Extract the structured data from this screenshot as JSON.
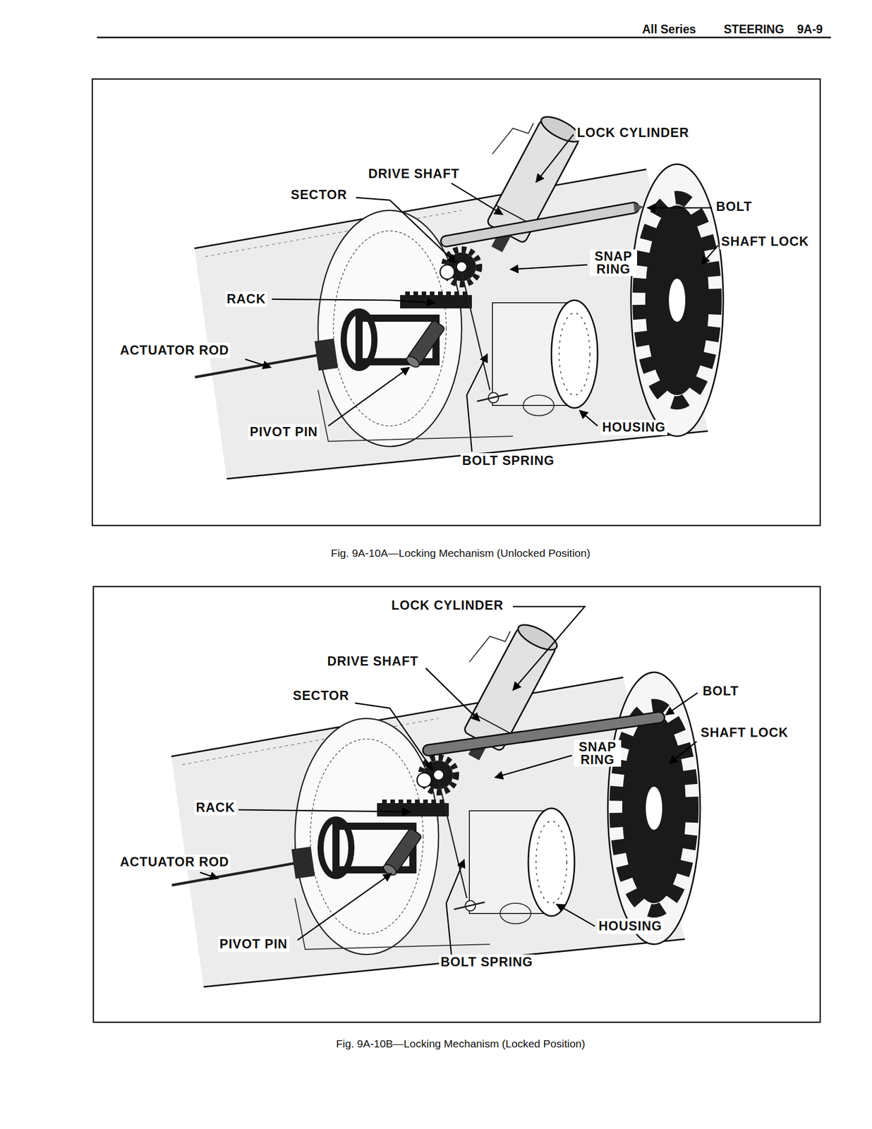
{
  "diagram": {
    "labels": [
      "All Series",
      "STEERING",
      "9A-9",
      "LOCK CYLINDER",
      "DRIVE SHAFT",
      "SECTOR",
      "BOLT",
      "SHAFT LOCK",
      "SNAP RING",
      "RACK",
      "ACTUATOR ROD",
      "PIVOT PIN",
      "HOUSING",
      "BOLT SPRING",
      "Fig. 9A-10A—Locking Mechanism (Unlocked Position)",
      "LOCK CYLINDER",
      "DRIVE SHAFT",
      "SECTOR",
      "BOLT",
      "SHAFT LOCK",
      "SNAP RING",
      "RACK",
      "ACTUATOR ROD",
      "PIVOT PIN",
      "HOUSING",
      "BOLT SPRING",
      "Fig. 9A-10B—Locking Mechanism (Locked Position)"
    ]
  }
}
